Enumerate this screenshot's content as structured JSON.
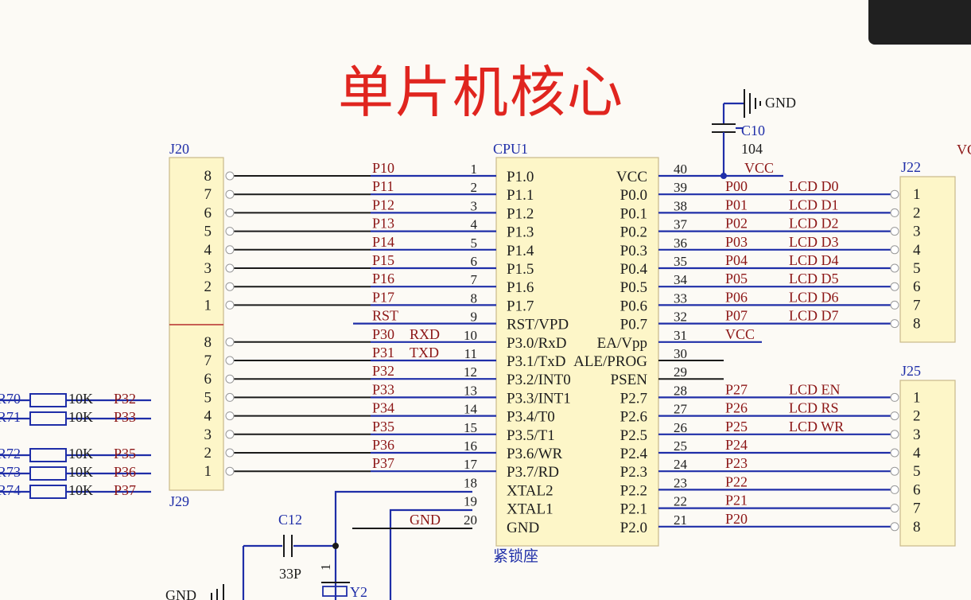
{
  "title": "单片机核心",
  "cpu": {
    "designator": "CPU1",
    "footnote": "紧锁座",
    "left_pins": [
      {
        "num": "1",
        "name": "P1.0",
        "net": "P10"
      },
      {
        "num": "2",
        "name": "P1.1",
        "net": "P11"
      },
      {
        "num": "3",
        "name": "P1.2",
        "net": "P12"
      },
      {
        "num": "4",
        "name": "P1.3",
        "net": "P13"
      },
      {
        "num": "5",
        "name": "P1.4",
        "net": "P14"
      },
      {
        "num": "6",
        "name": "P1.5",
        "net": "P15"
      },
      {
        "num": "7",
        "name": "P1.6",
        "net": "P16"
      },
      {
        "num": "8",
        "name": "P1.7",
        "net": "P17"
      },
      {
        "num": "9",
        "name": "RST/VPD",
        "net": "RST"
      },
      {
        "num": "10",
        "name": "P3.0/RxD",
        "net": "P30",
        "extra": "RXD"
      },
      {
        "num": "11",
        "name": "P3.1/TxD",
        "net": "P31",
        "extra": "TXD"
      },
      {
        "num": "12",
        "name": "P3.2/INT0",
        "net": "P32"
      },
      {
        "num": "13",
        "name": "P3.3/INT1",
        "net": "P33"
      },
      {
        "num": "14",
        "name": "P3.4/T0",
        "net": "P34"
      },
      {
        "num": "15",
        "name": "P3.5/T1",
        "net": "P35"
      },
      {
        "num": "16",
        "name": "P3.6/WR",
        "net": "P36"
      },
      {
        "num": "17",
        "name": "P3.7/RD",
        "net": "P37"
      },
      {
        "num": "18",
        "name": "XTAL2",
        "net": ""
      },
      {
        "num": "19",
        "name": "XTAL1",
        "net": ""
      },
      {
        "num": "20",
        "name": "GND",
        "net": "GND"
      }
    ],
    "right_pins": [
      {
        "num": "40",
        "name": "VCC",
        "net": "VCC",
        "extra": ""
      },
      {
        "num": "39",
        "name": "P0.0",
        "net": "P00",
        "extra": "LCD D0"
      },
      {
        "num": "38",
        "name": "P0.1",
        "net": "P01",
        "extra": "LCD D1"
      },
      {
        "num": "37",
        "name": "P0.2",
        "net": "P02",
        "extra": "LCD D2"
      },
      {
        "num": "36",
        "name": "P0.3",
        "net": "P03",
        "extra": "LCD D3"
      },
      {
        "num": "35",
        "name": "P0.4",
        "net": "P04",
        "extra": "LCD D4"
      },
      {
        "num": "34",
        "name": "P0.5",
        "net": "P05",
        "extra": "LCD D5"
      },
      {
        "num": "33",
        "name": "P0.6",
        "net": "P06",
        "extra": "LCD D6"
      },
      {
        "num": "32",
        "name": "P0.7",
        "net": "P07",
        "extra": "LCD D7"
      },
      {
        "num": "31",
        "name": "EA/Vpp",
        "net": "VCC",
        "extra": ""
      },
      {
        "num": "30",
        "name": "ALE/PROG",
        "net": "",
        "extra": ""
      },
      {
        "num": "29",
        "name": "PSEN",
        "net": "",
        "extra": ""
      },
      {
        "num": "28",
        "name": "P2.7",
        "net": "P27",
        "extra": "LCD EN"
      },
      {
        "num": "27",
        "name": "P2.6",
        "net": "P26",
        "extra": "LCD RS"
      },
      {
        "num": "26",
        "name": "P2.5",
        "net": "P25",
        "extra": "LCD WR"
      },
      {
        "num": "25",
        "name": "P2.4",
        "net": "P24",
        "extra": ""
      },
      {
        "num": "24",
        "name": "P2.3",
        "net": "P23",
        "extra": ""
      },
      {
        "num": "23",
        "name": "P2.2",
        "net": "P22",
        "extra": ""
      },
      {
        "num": "22",
        "name": "P2.1",
        "net": "P21",
        "extra": ""
      },
      {
        "num": "21",
        "name": "P2.0",
        "net": "P20",
        "extra": ""
      }
    ]
  },
  "j20": {
    "label": "J20",
    "pins": [
      "8",
      "7",
      "6",
      "5",
      "4",
      "3",
      "2",
      "1"
    ]
  },
  "j29": {
    "label": "J29",
    "pins": [
      "8",
      "7",
      "6",
      "5",
      "4",
      "3",
      "2",
      "1"
    ]
  },
  "j22": {
    "label": "J22",
    "pins": [
      "1",
      "2",
      "3",
      "4",
      "5",
      "6",
      "7",
      "8"
    ]
  },
  "j25": {
    "label": "J25",
    "pins": [
      "1",
      "2",
      "3",
      "4",
      "5",
      "6",
      "7",
      "8"
    ]
  },
  "resistors": [
    {
      "ref": "R70",
      "value": "10K",
      "net": "P32"
    },
    {
      "ref": "R71",
      "value": "10K",
      "net": "P33"
    },
    {
      "ref": "R72",
      "value": "10K",
      "net": "P35"
    },
    {
      "ref": "R73",
      "value": "10K",
      "net": "P36"
    },
    {
      "ref": "R74",
      "value": "10K",
      "net": "P37"
    }
  ],
  "c10": {
    "ref": "C10",
    "value": "104",
    "gnd": "GND"
  },
  "c12": {
    "ref": "C12",
    "value": "33P"
  },
  "y2": {
    "ref": "Y2",
    "pin": "1"
  },
  "gnd_bottom": "GND",
  "vcc_edge": "VC",
  "colors": {
    "title": "#e0251f",
    "wire": "#1f2ea8",
    "net": "#8c1616",
    "box": "#fdf6c8"
  }
}
